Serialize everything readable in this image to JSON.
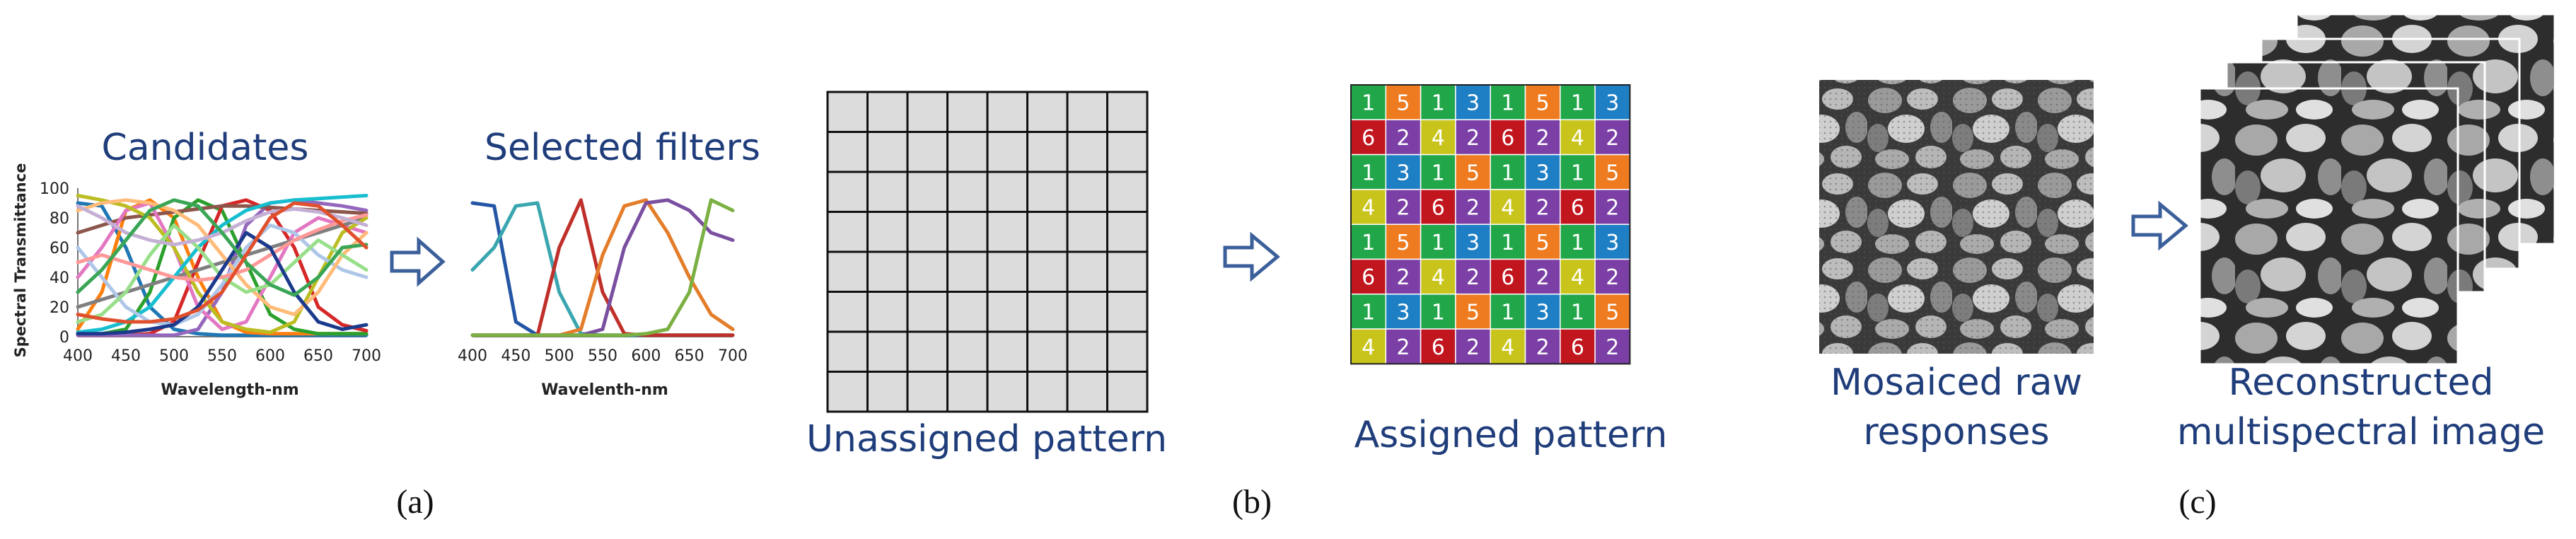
{
  "panel_a": {
    "candidates_title": "Candidates",
    "selected_title": "Selected filters",
    "y_axis_label": "Spectral Transmittance",
    "x_label_left": "Wavelength-nm",
    "x_label_right": "Wavelenth-nm",
    "y_ticks": [
      "100",
      "80",
      "60",
      "40",
      "20",
      "0"
    ],
    "x_ticks": [
      "400",
      "450",
      "500",
      "550",
      "600",
      "650",
      "700"
    ],
    "caption": "(a)"
  },
  "panel_b": {
    "unassigned_label": "Unassigned pattern",
    "assigned_label": "Assigned pattern",
    "caption": "(b)",
    "mosaic_rows": [
      [
        1,
        5,
        1,
        3,
        1,
        5,
        1,
        3
      ],
      [
        6,
        2,
        4,
        2,
        6,
        2,
        4,
        2
      ],
      [
        1,
        3,
        1,
        5,
        1,
        3,
        1,
        5
      ],
      [
        4,
        2,
        6,
        2,
        4,
        2,
        6,
        2
      ],
      [
        1,
        5,
        1,
        3,
        1,
        5,
        1,
        3
      ],
      [
        6,
        2,
        4,
        2,
        6,
        2,
        4,
        2
      ],
      [
        1,
        3,
        1,
        5,
        1,
        3,
        1,
        5
      ],
      [
        4,
        2,
        6,
        2,
        4,
        2,
        6,
        2
      ]
    ],
    "filter_colors": {
      "1": "#22a64a",
      "2": "#7b3fa6",
      "3": "#1f7fc4",
      "4": "#c9c41c",
      "5": "#ee7b1f",
      "6": "#c2161f"
    }
  },
  "panel_c": {
    "raw_label_line1": "Mosaiced raw",
    "raw_label_line2": "responses",
    "recon_label_line1": "Reconstructed",
    "recon_label_line2": "multispectral image",
    "caption": "(c)"
  },
  "colors": {
    "title_blue": "#1f3d7a",
    "arrow_blue": "#3b5f9a",
    "grid_fill": "#dcdcdc"
  },
  "chart_data": [
    {
      "type": "line",
      "title": "Candidates",
      "xlabel": "Wavelength-nm",
      "ylabel": "Spectral Transmittance",
      "xlim": [
        400,
        700
      ],
      "ylim": [
        0,
        100
      ],
      "x": [
        400,
        425,
        450,
        475,
        500,
        525,
        550,
        575,
        600,
        625,
        650,
        675,
        700
      ],
      "series": [
        {
          "color": "#1f77b4",
          "values": [
            90,
            88,
            60,
            20,
            5,
            2,
            1,
            1,
            1,
            1,
            1,
            1,
            1
          ]
        },
        {
          "color": "#ff7f0e",
          "values": [
            5,
            30,
            85,
            92,
            80,
            40,
            10,
            3,
            2,
            2,
            2,
            2,
            2
          ]
        },
        {
          "color": "#2ca02c",
          "values": [
            2,
            2,
            5,
            30,
            80,
            92,
            85,
            50,
            15,
            5,
            2,
            2,
            2
          ]
        },
        {
          "color": "#d62728",
          "values": [
            1,
            1,
            1,
            2,
            10,
            50,
            88,
            92,
            85,
            60,
            20,
            8,
            4
          ]
        },
        {
          "color": "#9467bd",
          "values": [
            1,
            1,
            1,
            1,
            1,
            5,
            30,
            75,
            90,
            92,
            90,
            88,
            85
          ]
        },
        {
          "color": "#8c564b",
          "values": [
            70,
            75,
            80,
            82,
            84,
            86,
            88,
            88,
            87,
            86,
            85,
            84,
            83
          ]
        },
        {
          "color": "#e377c2",
          "values": [
            40,
            60,
            85,
            90,
            60,
            20,
            5,
            10,
            40,
            70,
            80,
            75,
            70
          ]
        },
        {
          "color": "#7f7f7f",
          "values": [
            20,
            25,
            30,
            35,
            40,
            45,
            50,
            55,
            60,
            65,
            70,
            75,
            80
          ]
        },
        {
          "color": "#bcbd22",
          "values": [
            95,
            92,
            88,
            80,
            60,
            30,
            10,
            5,
            3,
            10,
            40,
            70,
            80
          ]
        },
        {
          "color": "#17becf",
          "values": [
            3,
            5,
            10,
            20,
            40,
            60,
            75,
            85,
            90,
            92,
            93,
            94,
            95
          ]
        },
        {
          "color": "#aec7e8",
          "values": [
            60,
            40,
            20,
            10,
            8,
            15,
            35,
            60,
            75,
            70,
            55,
            45,
            40
          ]
        },
        {
          "color": "#ffbb78",
          "values": [
            85,
            90,
            92,
            90,
            85,
            75,
            55,
            35,
            20,
            15,
            30,
            55,
            70
          ]
        },
        {
          "color": "#98df8a",
          "values": [
            10,
            15,
            30,
            55,
            75,
            60,
            40,
            30,
            35,
            50,
            65,
            55,
            45
          ]
        },
        {
          "color": "#ff9896",
          "values": [
            50,
            55,
            50,
            45,
            40,
            38,
            40,
            45,
            55,
            65,
            72,
            78,
            82
          ]
        },
        {
          "color": "#c5b0d5",
          "values": [
            88,
            80,
            70,
            65,
            62,
            65,
            70,
            78,
            84,
            86,
            84,
            80,
            75
          ]
        },
        {
          "color": "#1b3a8c",
          "values": [
            2,
            2,
            3,
            5,
            8,
            20,
            45,
            70,
            60,
            30,
            10,
            5,
            8
          ]
        },
        {
          "color": "#3aa655",
          "values": [
            30,
            45,
            65,
            85,
            92,
            88,
            70,
            50,
            35,
            28,
            40,
            60,
            62
          ]
        },
        {
          "color": "#e0502d",
          "values": [
            15,
            12,
            10,
            10,
            12,
            18,
            30,
            55,
            80,
            90,
            88,
            75,
            60
          ]
        }
      ]
    },
    {
      "type": "line",
      "title": "Selected filters",
      "xlabel": "Wavelenth-nm",
      "ylabel": "",
      "xlim": [
        400,
        700
      ],
      "ylim": [
        0,
        100
      ],
      "x": [
        400,
        425,
        450,
        475,
        500,
        525,
        550,
        575,
        600,
        625,
        650,
        675,
        700
      ],
      "series": [
        {
          "color": "#2456a6",
          "values": [
            90,
            88,
            10,
            1,
            1,
            1,
            1,
            1,
            1,
            1,
            1,
            1,
            1
          ]
        },
        {
          "color": "#3aa6b0",
          "values": [
            45,
            60,
            88,
            90,
            30,
            2,
            1,
            1,
            1,
            1,
            1,
            1,
            1
          ]
        },
        {
          "color": "#c0302a",
          "values": [
            1,
            1,
            1,
            1,
            60,
            92,
            30,
            2,
            1,
            1,
            1,
            1,
            1
          ]
        },
        {
          "color": "#e47d2a",
          "values": [
            1,
            1,
            1,
            1,
            1,
            5,
            55,
            88,
            92,
            70,
            40,
            15,
            5
          ]
        },
        {
          "color": "#7a4fa0",
          "values": [
            1,
            1,
            1,
            1,
            1,
            1,
            5,
            60,
            90,
            92,
            85,
            70,
            65
          ]
        },
        {
          "color": "#7bb043",
          "values": [
            1,
            1,
            1,
            1,
            1,
            1,
            1,
            1,
            2,
            5,
            30,
            92,
            85
          ]
        }
      ]
    }
  ]
}
